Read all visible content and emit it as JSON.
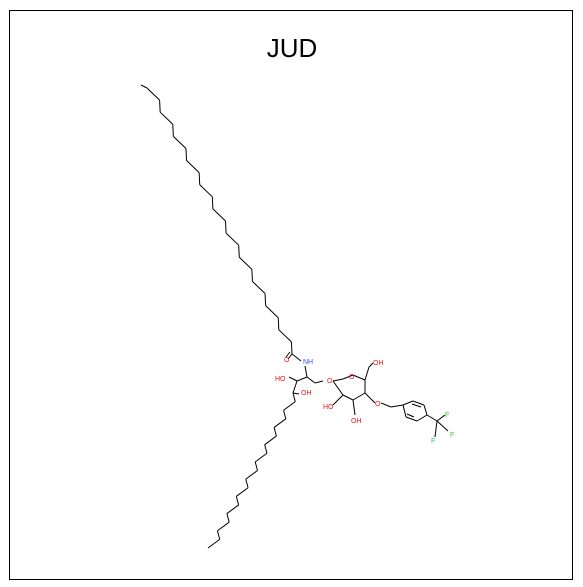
{
  "title": "JUD",
  "atom_labels": {
    "nh": "NH",
    "amide_o": "O",
    "oh_c3": "HO",
    "oh_c4": "OH",
    "link_o": "O",
    "ring_o": "O",
    "oh_c6": "OH",
    "oh_c2p": "HO",
    "oh_c3p": "OH",
    "ether_o": "O",
    "f1": "F",
    "f2": "F",
    "f3": "F"
  },
  "colors": {
    "bond": "#000000",
    "oxygen": "#ff0d0d",
    "nitrogen": "#3050f8",
    "fluorine": "#33cc33"
  }
}
